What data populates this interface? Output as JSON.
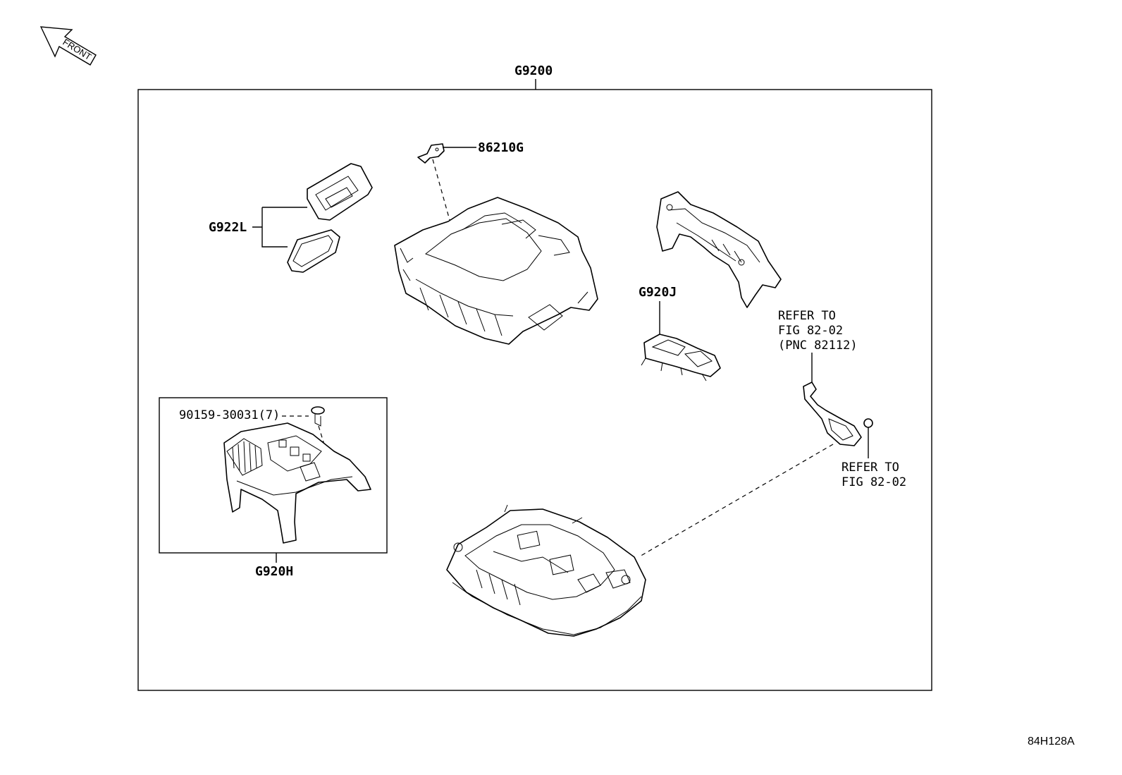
{
  "diagram": {
    "orientation_label": "FRONT",
    "assembly_label": "G9200",
    "drawing_code": "84H128A",
    "callouts": {
      "bracket": "86210G",
      "gasket_set": "G922L",
      "terminal_block": "G920J",
      "refer_note_1": {
        "line1": "REFER TO",
        "line2": "FIG 82-02",
        "line3": "(PNC 82112)"
      },
      "refer_note_2": {
        "line1": "REFER TO",
        "line2": "FIG 82-02"
      },
      "screw": "90159-30031(7)",
      "sub_assembly": "G920H"
    }
  }
}
